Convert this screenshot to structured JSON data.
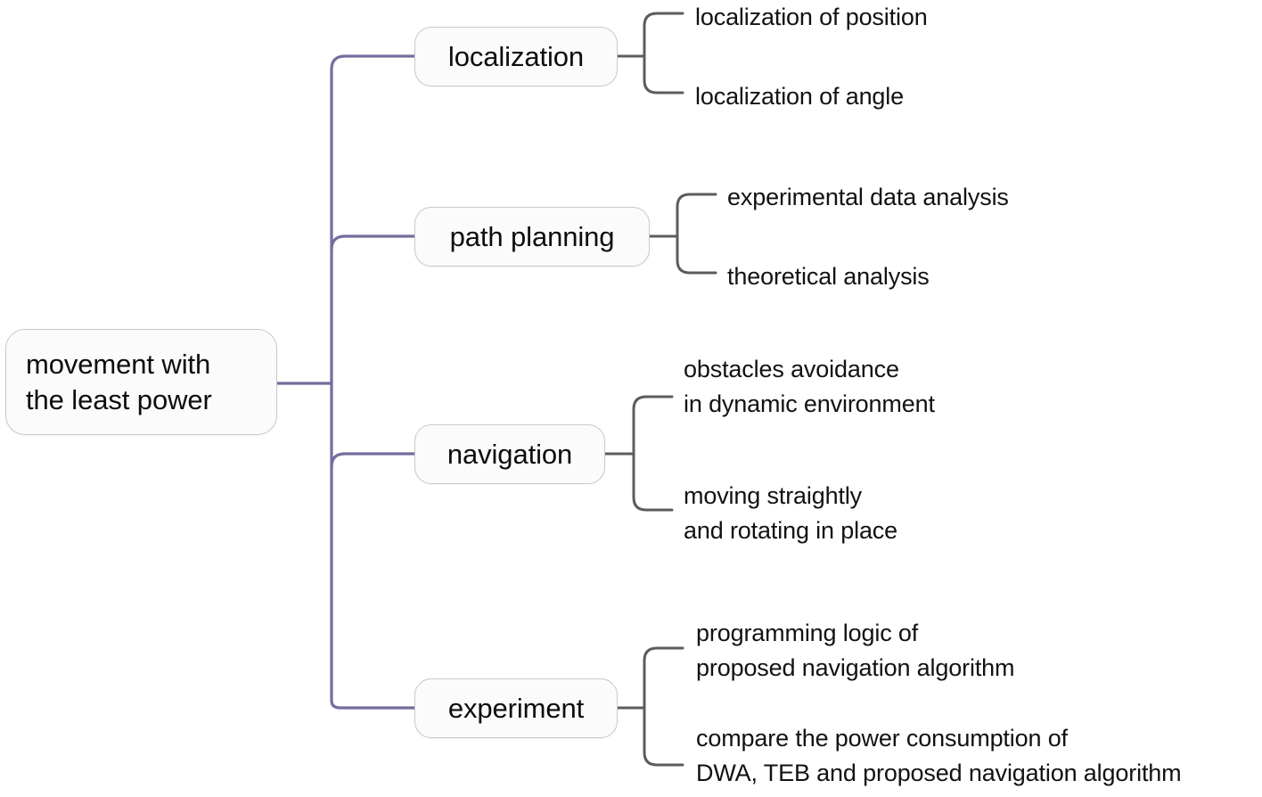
{
  "diagram": {
    "type": "mind-map",
    "title_node": "movement with\nthe least power",
    "palette": {
      "trunk_color": "#736d9e",
      "leaf_connector_color": "#5d5c5a",
      "node_border": "#c9c9c9",
      "node_fill": "#fbfbfc",
      "text_color": "#121212",
      "background": "#ffffff"
    },
    "root": {
      "label": "movement with\nthe least power"
    },
    "branches": [
      {
        "label": "localization",
        "children": [
          {
            "label": "localization of position"
          },
          {
            "label": "localization of angle"
          }
        ]
      },
      {
        "label": "path planning",
        "children": [
          {
            "label": "experimental data analysis"
          },
          {
            "label": "theoretical analysis"
          }
        ]
      },
      {
        "label": "navigation",
        "children": [
          {
            "label": "obstacles avoidance\nin dynamic environment"
          },
          {
            "label": "moving straightly\nand rotating in place"
          }
        ]
      },
      {
        "label": "experiment",
        "children": [
          {
            "label": "programming logic of\nproposed navigation algorithm"
          },
          {
            "label": "compare the power consumption of\nDWA, TEB and proposed navigation algorithm"
          }
        ]
      }
    ]
  }
}
